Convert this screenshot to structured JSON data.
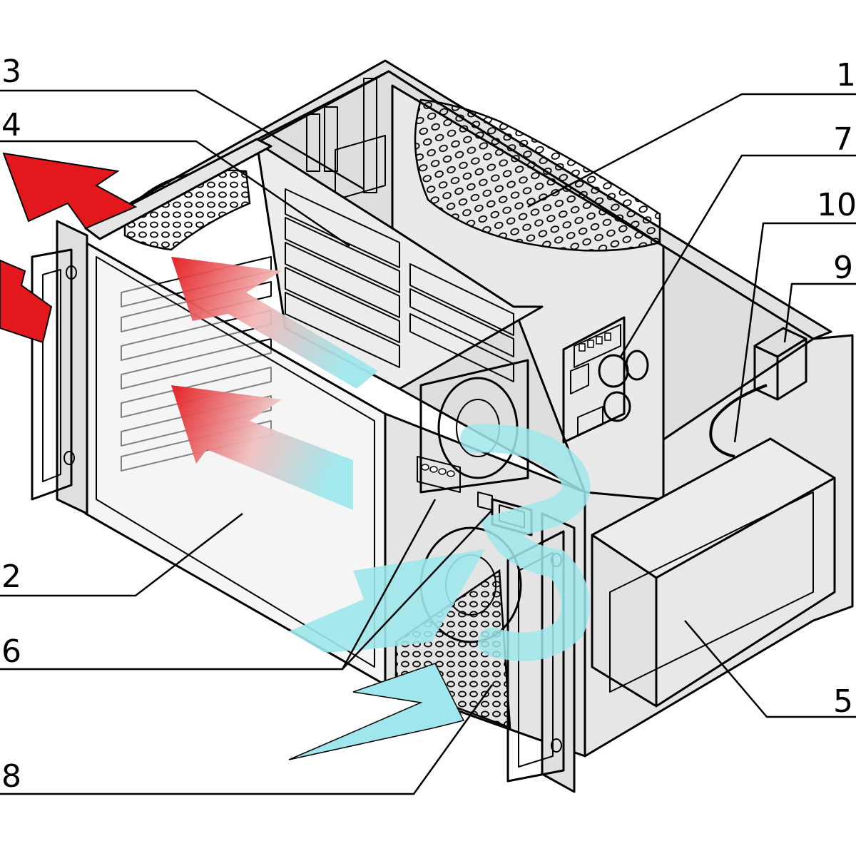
{
  "callouts": {
    "c1": "1",
    "c2": "2",
    "c3": "3",
    "c4": "4",
    "c5": "5",
    "c6": "6",
    "c7": "7",
    "c8": "8",
    "c9": "9",
    "c10": "10"
  },
  "colors": {
    "metal": "#e6e6e6",
    "metal_dark": "#cfcfcf",
    "hot_air": "#e3181c",
    "cool_air": "#9fe7ec"
  }
}
